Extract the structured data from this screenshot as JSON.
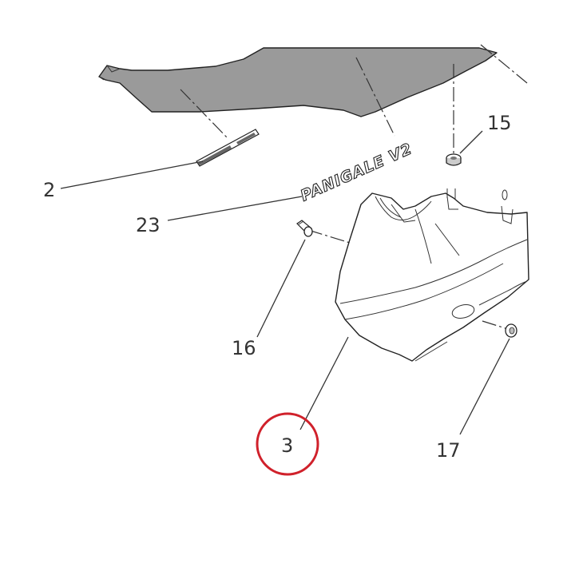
{
  "diagram": {
    "decal_text": "PANIGALE V2",
    "callouts": [
      {
        "id": "2",
        "label": "2"
      },
      {
        "id": "23",
        "label": "23"
      },
      {
        "id": "15",
        "label": "15"
      },
      {
        "id": "16",
        "label": "16"
      },
      {
        "id": "3",
        "label": "3",
        "highlighted": true
      },
      {
        "id": "17",
        "label": "17"
      }
    ],
    "colors": {
      "upper_panel_fill": "#9a9a9a",
      "line": "#333333",
      "highlight_circle": "#d0212b",
      "background": "#ffffff"
    }
  }
}
